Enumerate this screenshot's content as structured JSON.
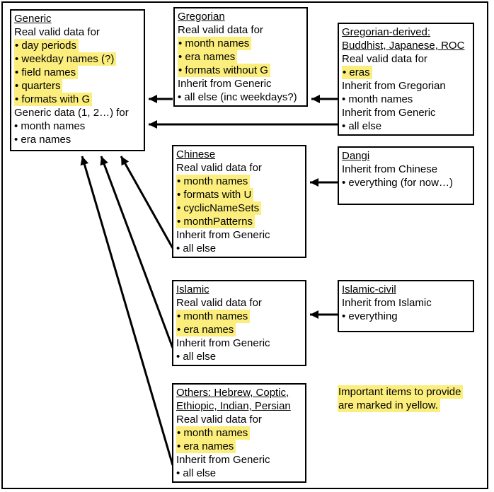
{
  "colors": {
    "highlight": "#FBEE7D",
    "arrow": "#000000",
    "box_border": "#000000",
    "background": "#FFFFFF"
  },
  "boxes": [
    {
      "id": "generic",
      "lines": [
        {
          "text": "Generic",
          "underline": true
        },
        {
          "text": "Real valid data for"
        },
        {
          "text": "• day periods",
          "highlight": true
        },
        {
          "text": "• weekday names (?)",
          "highlight": true
        },
        {
          "text": "• field names",
          "highlight": true
        },
        {
          "text": "• quarters",
          "highlight": true
        },
        {
          "text": "• formats with G",
          "highlight": true
        },
        {
          "text": "Generic data (1, 2…) for"
        },
        {
          "text": "• month names"
        },
        {
          "text": "• era names"
        }
      ]
    },
    {
      "id": "gregorian",
      "lines": [
        {
          "text": "Gregorian",
          "underline": true
        },
        {
          "text": "Real valid data for"
        },
        {
          "text": "• month names",
          "highlight": true
        },
        {
          "text": "• era names",
          "highlight": true
        },
        {
          "text": "• formats without G",
          "highlight": true
        },
        {
          "text": "Inherit from Generic"
        },
        {
          "text": "• all else (inc weekdays?)"
        }
      ]
    },
    {
      "id": "gregorian-derived",
      "lines": [
        {
          "text": "Gregorian-derived:",
          "underline": true
        },
        {
          "text": "Buddhist, Japanese, ROC",
          "underline": true
        },
        {
          "text": "Real valid data for"
        },
        {
          "text": "• eras",
          "highlight": true
        },
        {
          "text": "Inherit from Gregorian"
        },
        {
          "text": "• month names"
        },
        {
          "text": "Inherit from Generic"
        },
        {
          "text": "• all else"
        }
      ]
    },
    {
      "id": "chinese",
      "lines": [
        {
          "text": "Chinese",
          "underline": true
        },
        {
          "text": "Real valid data for"
        },
        {
          "text": "• month names",
          "highlight": true
        },
        {
          "text": "• formats with U",
          "highlight": true
        },
        {
          "text": "• cyclicNameSets",
          "highlight": true
        },
        {
          "text": "• monthPatterns",
          "highlight": true
        },
        {
          "text": "Inherit from Generic"
        },
        {
          "text": "• all else"
        }
      ]
    },
    {
      "id": "dangi",
      "lines": [
        {
          "text": "Dangi",
          "underline": true
        },
        {
          "text": "Inherit from Chinese"
        },
        {
          "text": "• everything (for now…)"
        }
      ]
    },
    {
      "id": "islamic",
      "lines": [
        {
          "text": "Islamic",
          "underline": true
        },
        {
          "text": "Real valid data for"
        },
        {
          "text": "• month names",
          "highlight": true
        },
        {
          "text": "• era names",
          "highlight": true
        },
        {
          "text": "Inherit from Generic"
        },
        {
          "text": "• all else"
        }
      ]
    },
    {
      "id": "islamic-civil",
      "lines": [
        {
          "text": "Islamic-civil",
          "underline": true
        },
        {
          "text": "Inherit from Islamic"
        },
        {
          "text": "• everything"
        }
      ]
    },
    {
      "id": "others",
      "lines": [
        {
          "text": "Others: Hebrew, Coptic,",
          "underline": true
        },
        {
          "text": "Ethiopic, Indian, Persian",
          "underline": true
        },
        {
          "text": "Real valid data for"
        },
        {
          "text": "• month names",
          "highlight": true
        },
        {
          "text": "• era names",
          "highlight": true
        },
        {
          "text": "Inherit from Generic"
        },
        {
          "text": "• all else"
        }
      ]
    }
  ],
  "note": {
    "lines": [
      {
        "text": "Important items to provide",
        "highlight": true
      },
      {
        "text": "are marked in yellow.",
        "highlight": true
      }
    ]
  },
  "arrows": [
    {
      "id": "gregorian-to-generic",
      "from": "gregorian",
      "to": "generic"
    },
    {
      "id": "gregorian-derived-to-gregorian",
      "from": "gregorian-derived",
      "to": "gregorian"
    },
    {
      "id": "gregorian-derived-to-generic",
      "from": "gregorian-derived",
      "to": "generic"
    },
    {
      "id": "dangi-to-chinese",
      "from": "dangi",
      "to": "chinese"
    },
    {
      "id": "islamic-civil-to-islamic",
      "from": "islamic-civil",
      "to": "islamic"
    },
    {
      "id": "chinese-to-generic",
      "from": "chinese",
      "to": "generic"
    },
    {
      "id": "islamic-to-generic",
      "from": "islamic",
      "to": "generic"
    },
    {
      "id": "others-to-generic",
      "from": "others",
      "to": "generic"
    }
  ]
}
